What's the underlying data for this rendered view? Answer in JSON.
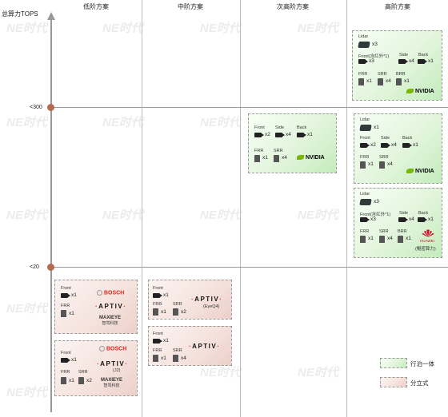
{
  "axis": {
    "title": "总算力TOPS",
    "ticks": [
      "<300",
      "<20"
    ]
  },
  "columns": [
    "低阶方案",
    "中阶方案",
    "次高阶方案",
    "高阶方案"
  ],
  "legend": {
    "green": "行泊一体",
    "red": "分立式"
  },
  "watermark": "NE时代",
  "colors": {
    "green_panel": "#d6f1cf",
    "red_panel": "#f3dcd6",
    "aptiv_red": "#e5322d",
    "nvidia_green": "#76b900",
    "huawei_red": "#cf0a2c"
  },
  "labels": {
    "lidar": "Lidar",
    "front": "Front",
    "front_ir": "Front(含红外*1)",
    "side": "Side",
    "back": "Back",
    "frr": "FRR",
    "srr": "SRR",
    "brr": "BRR"
  },
  "counts": {
    "x1": "x1",
    "x2": "x2",
    "x3": "x3",
    "x4": "x4"
  },
  "brands": {
    "nvidia": "NVIDIA",
    "bosch": "BOSCH",
    "aptiv": "APTIV",
    "aptiv_j2": "(J2)",
    "aptiv_eyeq4": "(EyeQ4)",
    "maxieye": "MAXIEYE",
    "maxieye_cn": "智驾科技",
    "huawei": "HUAWEI",
    "huawei_note": "(鲲密算力)"
  }
}
